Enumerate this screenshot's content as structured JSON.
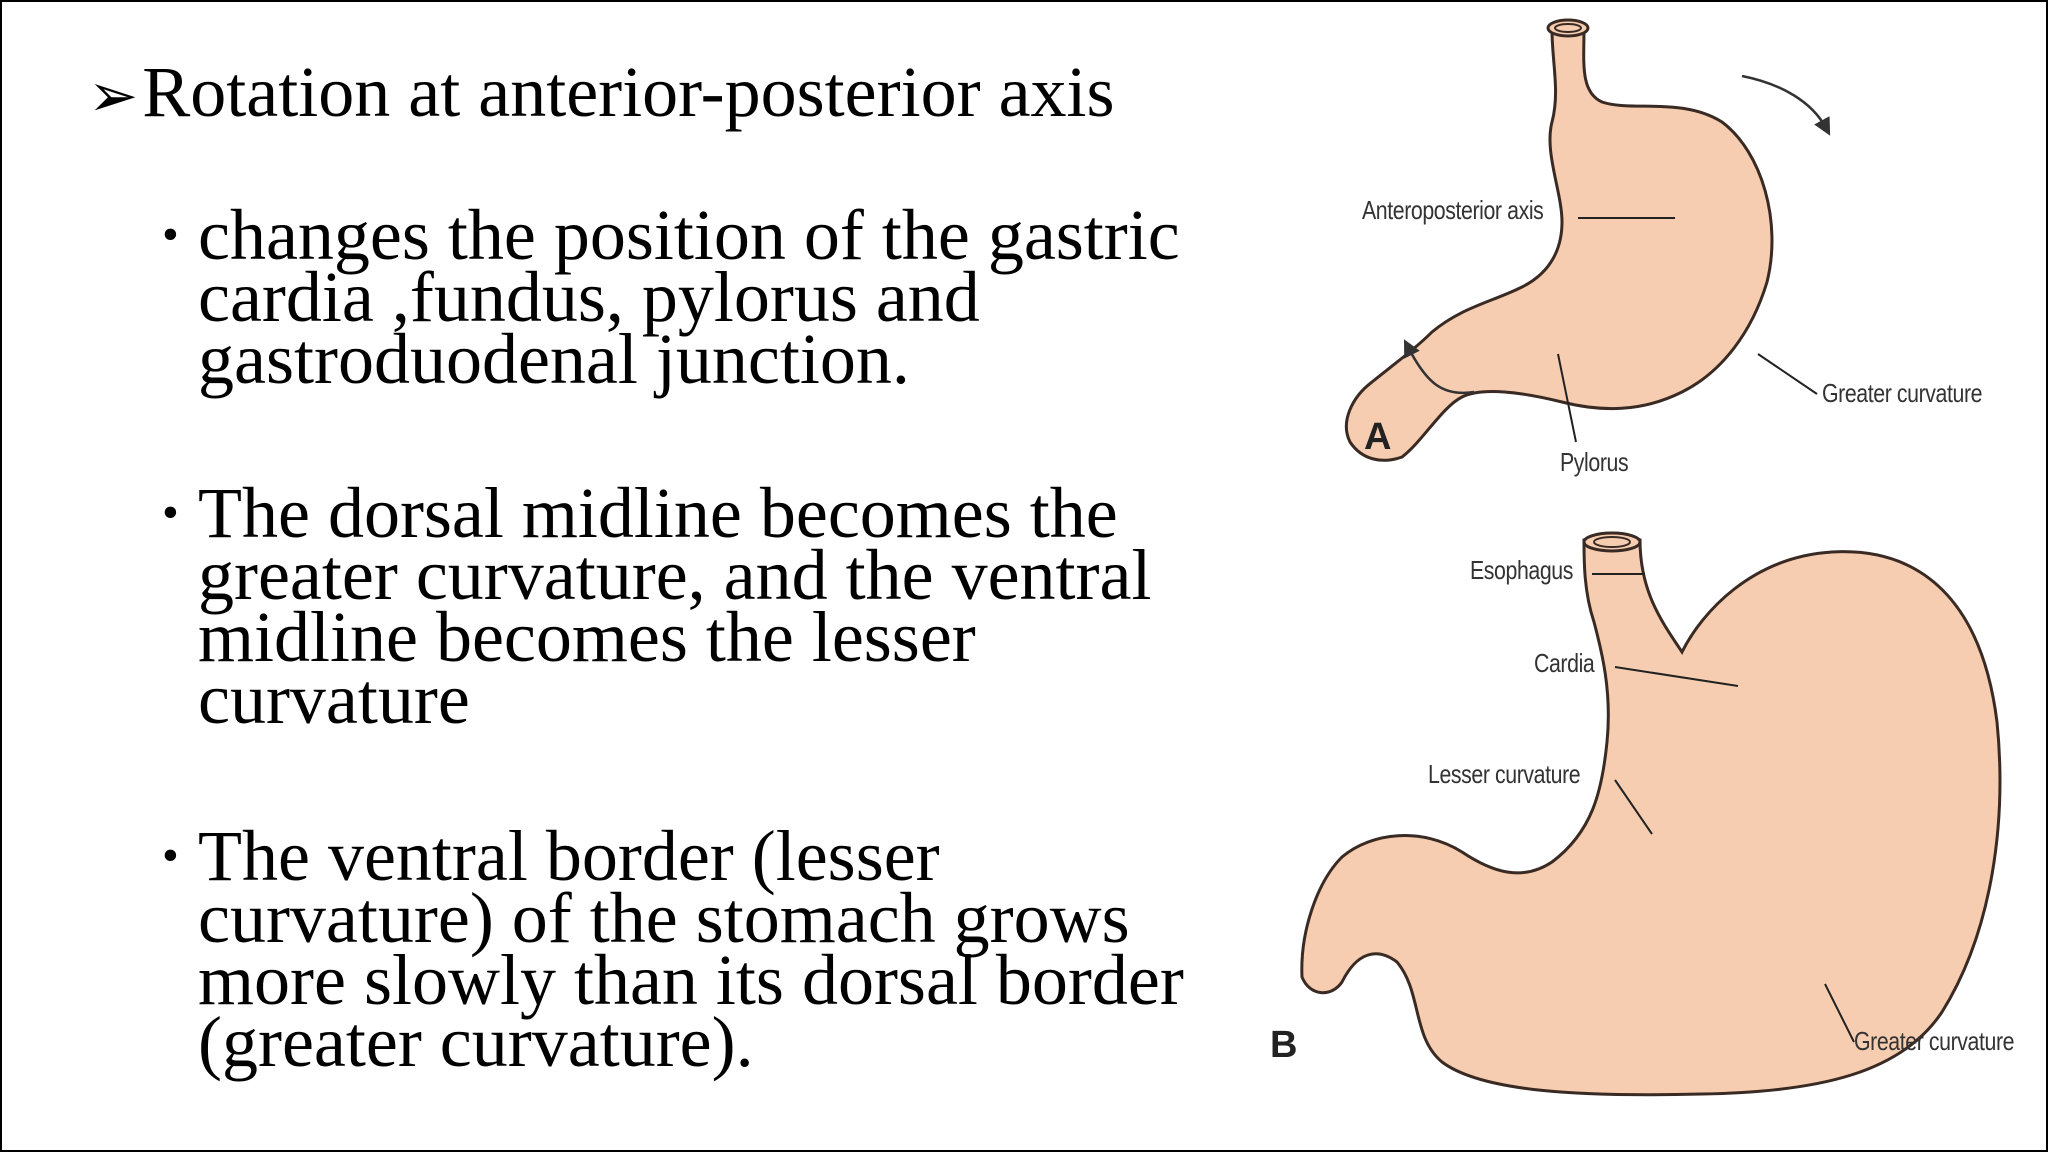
{
  "title": {
    "arrow": "➢",
    "text": "Rotation at anterior-posterior axis"
  },
  "bullets": [
    {
      "lines": [
        "changes the position of the gastric",
        "cardia ,fundus, pylorus and",
        "gastroduodenal junction."
      ]
    },
    {
      "lines": [
        "The dorsal midline becomes the",
        "greater curvature, and the ventral",
        "midline becomes the lesser",
        "curvature"
      ]
    },
    {
      "lines": [
        "The ventral border (lesser",
        "curvature) of the  stomach grows",
        "more slowly than its dorsal border",
        "(greater curvature)."
      ]
    }
  ],
  "figure": {
    "panel_a": {
      "letter": "A",
      "labels": {
        "anteroposterior_axis": "Anteroposterior axis",
        "greater_curvature": "Greater curvature",
        "pylorus": "Pylorus"
      }
    },
    "panel_b": {
      "letter": "B",
      "labels": {
        "esophagus": "Esophagus",
        "cardia": "Cardia",
        "lesser_curvature": "Lesser curvature",
        "greater_curvature": "Greater curvature"
      }
    },
    "colors": {
      "stomach_fill": "#f6cdb0",
      "stomach_outline": "#3a2a24",
      "leader_line": "#222222"
    }
  }
}
